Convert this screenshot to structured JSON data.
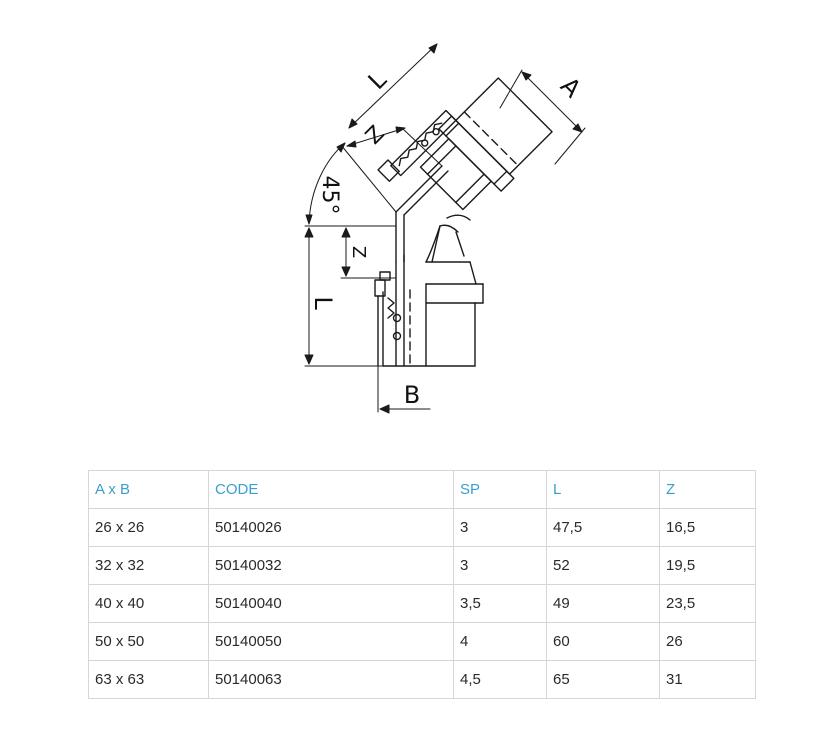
{
  "diagram": {
    "labels": {
      "L_top": "L",
      "Z_top": "Z",
      "A": "A",
      "angle": "45°",
      "Z_side": "Z",
      "L_side": "L",
      "B": "B"
    }
  },
  "table": {
    "headers": [
      "A x B",
      "CODE",
      "SP",
      "L",
      "Z"
    ],
    "rows": [
      [
        "26 x 26",
        "50140026",
        "3",
        "47,5",
        "16,5"
      ],
      [
        "32 x 32",
        "50140032",
        "3",
        "52",
        "19,5"
      ],
      [
        "40 x 40",
        "50140040",
        "3,5",
        "49",
        "23,5"
      ],
      [
        "50 x 50",
        "50140050",
        "4",
        "60",
        "26"
      ],
      [
        "63 x 63",
        "50140063",
        "4,5",
        "65",
        "31"
      ]
    ]
  },
  "colors": {
    "header_text": "#3a9fcb",
    "line": "#1a1a1a",
    "grid": "#d6d6d6"
  }
}
